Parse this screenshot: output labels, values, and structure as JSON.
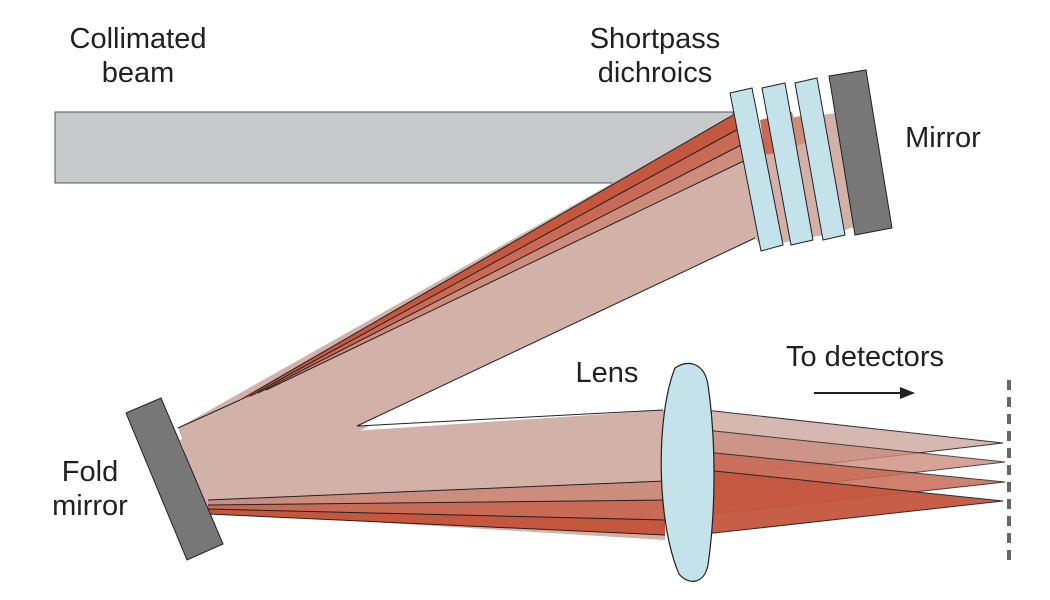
{
  "title": "Spectral splitting optical layout",
  "labels": {
    "collimated_beam": "Collimated\nbeam",
    "shortpass_dichroics": "Shortpass\ndichroics",
    "mirror": "Mirror",
    "lens": "Lens",
    "to_detectors": "To detectors",
    "fold_mirror": "Fold\nmirror"
  },
  "colors": {
    "collimated_beam": "#c8c9cb",
    "band_1": "#c5573f",
    "band_2": "#c86a55",
    "band_3": "#cc8d7d",
    "band_4": "#d2b1a9",
    "dichroic_fill": "#c3e2ea",
    "mirror_fill": "#777777",
    "outline": "#231f20",
    "detector_line": "#666666"
  },
  "components": {
    "dichroic_count": 3,
    "spectral_bands": 4
  }
}
